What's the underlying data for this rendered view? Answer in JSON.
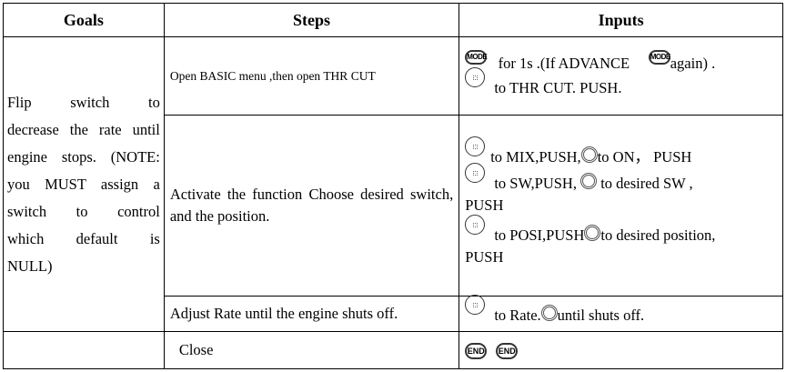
{
  "headers": [
    "Goals",
    "Steps",
    "Inputs"
  ],
  "goal_lines": [
    "Flip switch to",
    "decrease the rate until",
    "engine stops. (NOTE:",
    "you MUST assign a",
    "switch to control",
    "which default is",
    "NULL)"
  ],
  "icons": {
    "mode_label": "MODE",
    "end_label": "END"
  },
  "rows": [
    {
      "step": "Open BASIC menu ,then open THR CUT",
      "inputs": {
        "a": "for 1s .(If ADVANCE",
        "b": "again) .",
        "c": "to THR CUT. PUSH."
      }
    },
    {
      "step": "Activate the function Choose desired switch, and the position.",
      "inputs": {
        "a": "to MIX,PUSH,",
        "b": "to ON， PUSH",
        "c": "to SW,PUSH,",
        "d": "to desired SW ,",
        "e": "PUSH",
        "f": "to POSI,PUSH",
        "g": "to desired position,",
        "h": "PUSH"
      }
    },
    {
      "step": "Adjust Rate until the engine shuts off.",
      "inputs": {
        "a": "to Rate.",
        "b": "until shuts off."
      }
    },
    {
      "step": "Close"
    }
  ]
}
